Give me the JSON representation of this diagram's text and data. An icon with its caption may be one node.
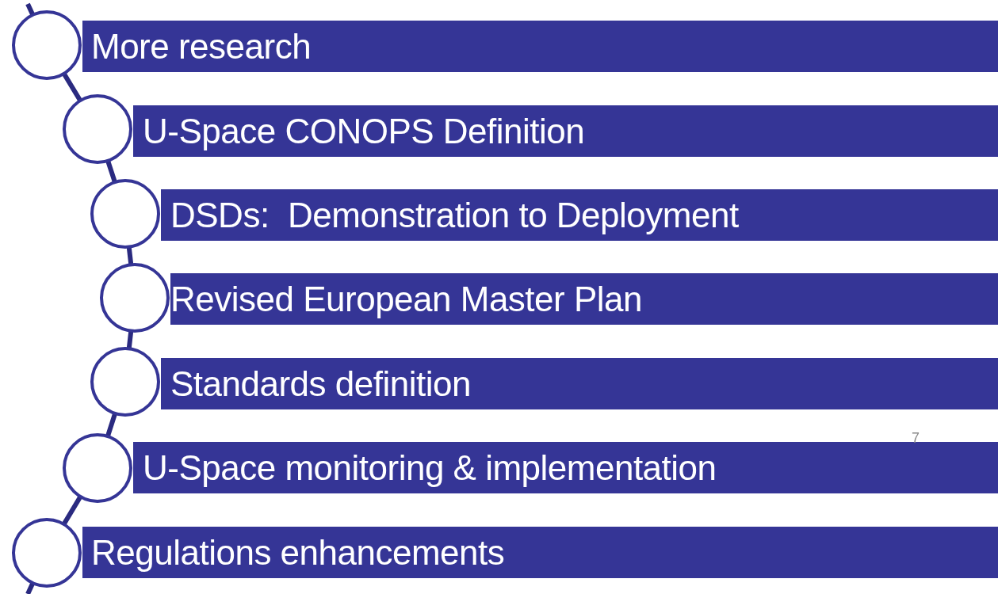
{
  "diagram": {
    "nodes": [
      {
        "text": [
          "More research"
        ]
      },
      {
        "text": [
          "U-Space CONOPS Definition"
        ]
      },
      {
        "text": [
          "DSDs:  Demonstration to Deployment"
        ]
      },
      {
        "text": [
          "Revised European Master Plan"
        ]
      },
      {
        "text": [
          "Standards definition"
        ]
      },
      {
        "text": [
          "U-Space monitoring & implementation"
        ]
      },
      {
        "text": [
          "Regulations enhancements"
        ]
      }
    ],
    "labels": [
      "7"
    ]
  }
}
